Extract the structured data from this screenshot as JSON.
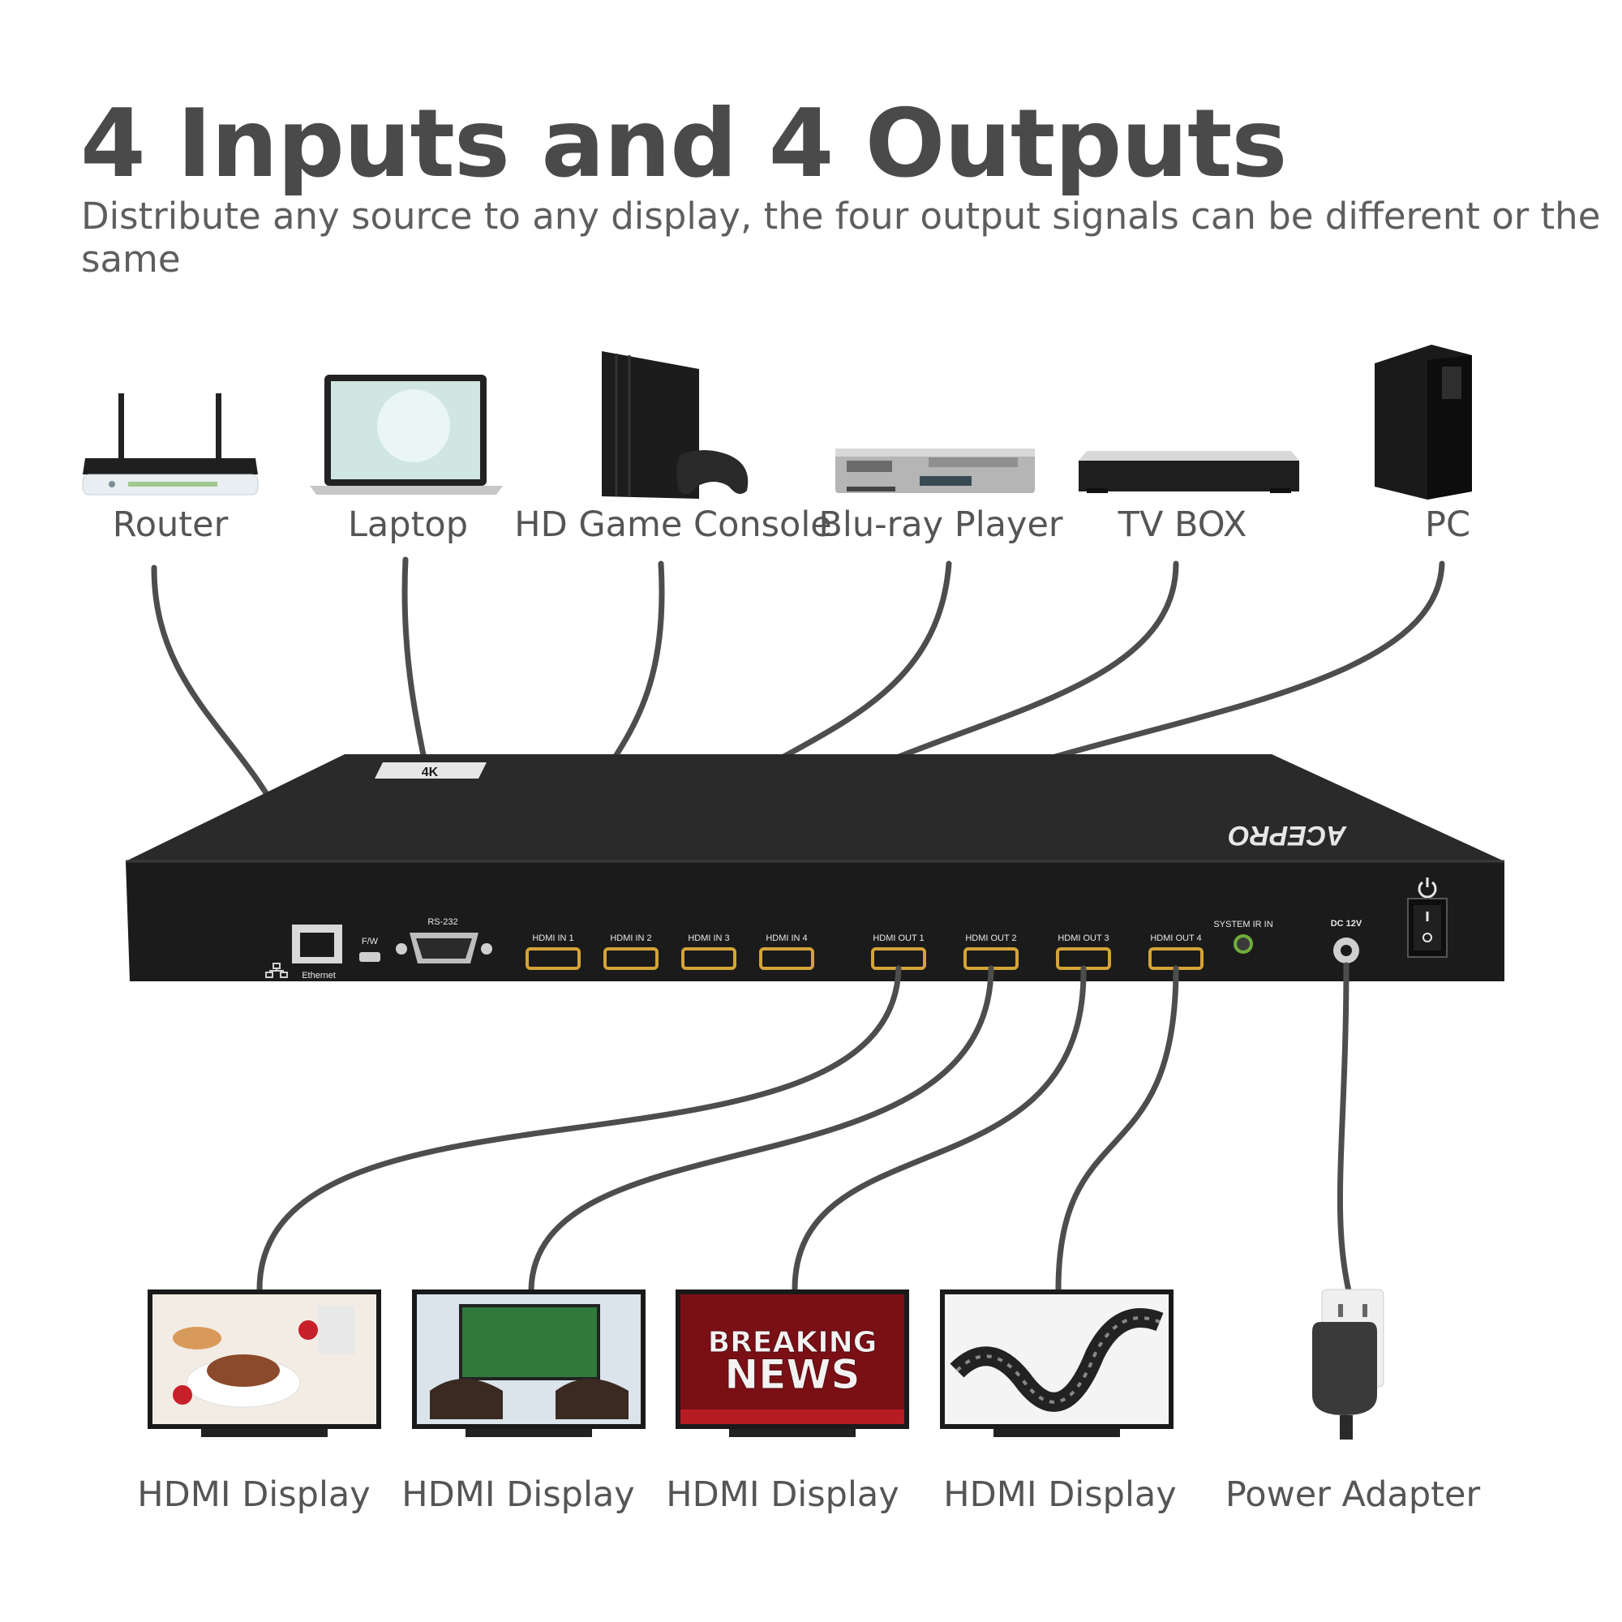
{
  "title": "4 Inputs and 4 Outputs",
  "subtitle": "Distribute any source to any display, the four output signals can be different or the same",
  "sources": [
    {
      "label": "Router",
      "icon": "router-icon"
    },
    {
      "label": "Laptop",
      "icon": "laptop-icon"
    },
    {
      "label": "HD Game Console",
      "icon": "game-console-icon"
    },
    {
      "label": "Blu-ray Player",
      "icon": "bluray-player-icon"
    },
    {
      "label": "TV BOX",
      "icon": "tv-box-icon"
    },
    {
      "label": "PC",
      "icon": "pc-icon"
    }
  ],
  "outputs": [
    {
      "label": "HDMI Display",
      "icon": "tv-food-icon"
    },
    {
      "label": "HDMI Display",
      "icon": "tv-gaming-icon"
    },
    {
      "label": "HDMI Display",
      "icon": "tv-news-icon"
    },
    {
      "label": "HDMI Display",
      "icon": "tv-film-icon"
    },
    {
      "label": "Power Adapter",
      "icon": "power-adapter-icon"
    }
  ],
  "device": {
    "brand": "ACEPRO",
    "badge": "4K",
    "ports": {
      "ethernet": "Ethernet",
      "fw": "F/W",
      "rs232": "RS-232",
      "hdmi_in": [
        "HDMI IN 1",
        "HDMI IN 2",
        "HDMI IN 3",
        "HDMI IN 4"
      ],
      "hdmi_out": [
        "HDMI OUT 1",
        "HDMI OUT 2",
        "HDMI OUT 3",
        "HDMI OUT 4"
      ],
      "ir": "SYSTEM IR IN",
      "dc": "DC 12V"
    }
  },
  "screens": {
    "news_line1": "BREAKING",
    "news_line2": "NEWS"
  },
  "colors": {
    "cable": "#4d4d4d",
    "device": "#1c1c1c",
    "hdmi_port": "#d4a437",
    "text": "#555555",
    "title": "#4a4a4a"
  }
}
